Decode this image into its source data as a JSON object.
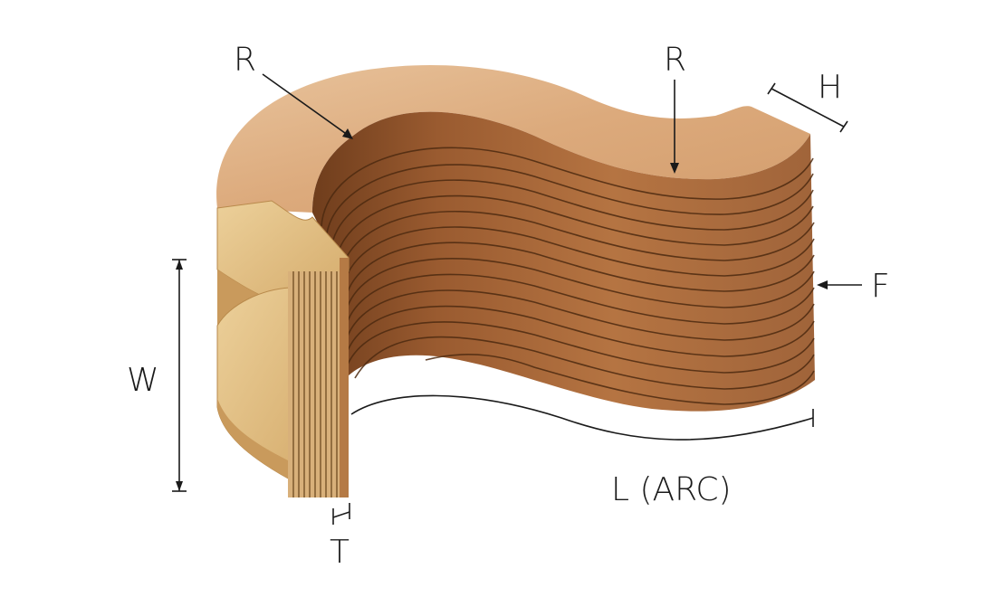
{
  "labels": {
    "r_left": "R",
    "r_right": "R",
    "h": "H",
    "f": "F",
    "w": "W",
    "l_arc": "L (ARC)",
    "t": "T"
  },
  "colors": {
    "top_face": "#d9a87a",
    "top_face_light": "#e6bd92",
    "side_face": "#a9683c",
    "side_face_dark": "#7e4722",
    "kerf_line": "#5a3215",
    "mdf": "#e2c089",
    "mdf_dark": "#c79a5a"
  }
}
